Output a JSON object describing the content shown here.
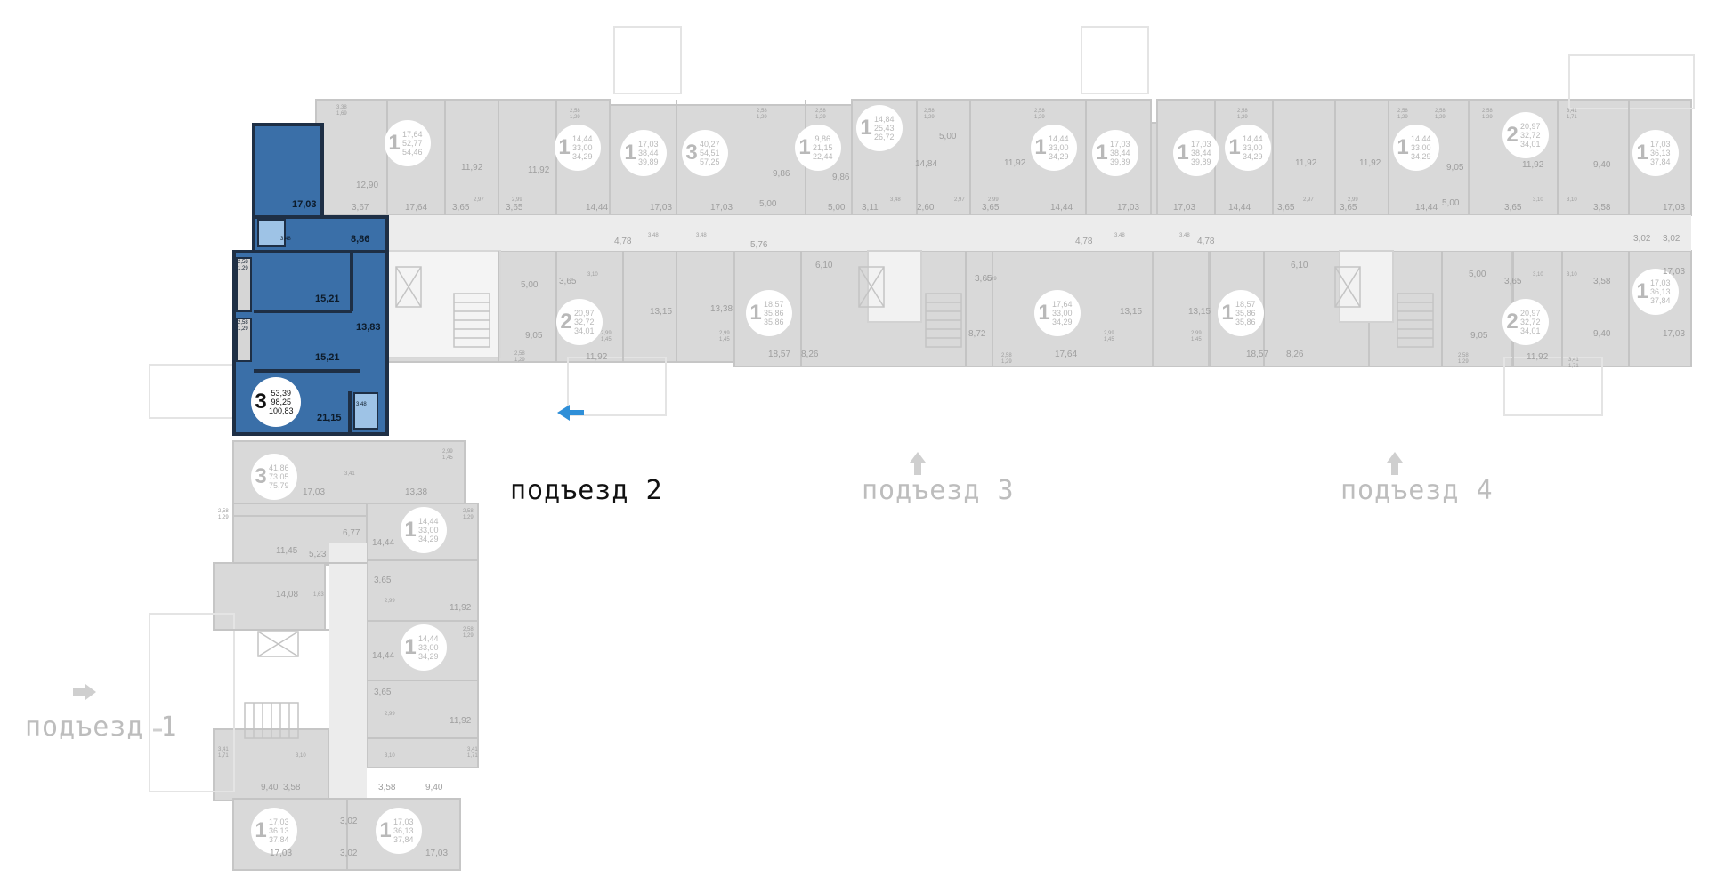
{
  "entrances": {
    "e1": "подъезд 1",
    "e2": "подъезд 2",
    "e3": "подъезд 3",
    "e4": "подъезд 4"
  },
  "colors": {
    "selected_fill": "#3a6fa8",
    "selected_wall": "#1e2f45",
    "plan_gray": "#d8d8d8",
    "wall_gray": "#c8c8c8",
    "arrow_blue": "#2f8fd8"
  },
  "selected_apartment": {
    "rooms": "3",
    "living": "53,39",
    "area": "98,25",
    "total": "100,83",
    "room_areas": [
      "17,03",
      "8,86",
      "15,21",
      "13,83",
      "15,21",
      "21,15"
    ],
    "bath": [
      "3,48",
      "3,48"
    ],
    "balconies": [
      "2,58\n1,29",
      "2,58\n1,29"
    ]
  },
  "badges": {
    "b1": {
      "rooms": "1",
      "a": "17,64",
      "b": "52,77",
      "c": "54,46"
    },
    "b2": {
      "rooms": "1",
      "a": "14,44",
      "b": "33,00",
      "c": "34,29"
    },
    "b3": {
      "rooms": "1",
      "a": "17,03",
      "b": "38,44",
      "c": "39,89"
    },
    "b4": {
      "rooms": "3",
      "a": "40,27",
      "b": "54,51",
      "c": "57,25"
    },
    "b5": {
      "rooms": "1",
      "a": "9,86",
      "b": "21,15",
      "c": "22,44"
    },
    "b6": {
      "rooms": "1",
      "a": "14,84",
      "b": "25,43",
      "c": "26,72"
    },
    "b7": {
      "rooms": "1",
      "a": "14,44",
      "b": "33,00",
      "c": "34,29"
    },
    "b8": {
      "rooms": "1",
      "a": "17,03",
      "b": "38,44",
      "c": "39,89"
    },
    "b9": {
      "rooms": "1",
      "a": "17,03",
      "b": "38,44",
      "c": "39,89"
    },
    "b10": {
      "rooms": "1",
      "a": "14,44",
      "b": "33,00",
      "c": "34,29"
    },
    "b11": {
      "rooms": "1",
      "a": "14,44",
      "b": "33,00",
      "c": "34,29"
    },
    "b12": {
      "rooms": "2",
      "a": "20,97",
      "b": "32,72",
      "c": "34,01"
    },
    "b13": {
      "rooms": "1",
      "a": "17,03",
      "b": "36,13",
      "c": "37,84"
    },
    "b14": {
      "rooms": "2",
      "a": "20,97",
      "b": "32,72",
      "c": "34,01"
    },
    "b15": {
      "rooms": "1",
      "a": "18,57",
      "b": "35,86",
      "c": "35,86"
    },
    "b16": {
      "rooms": "1",
      "a": "17,64",
      "b": "33,00",
      "c": "34,29"
    },
    "b17": {
      "rooms": "1",
      "a": "18,57",
      "b": "35,86",
      "c": "35,86"
    },
    "b18": {
      "rooms": "2",
      "a": "20,97",
      "b": "32,72",
      "c": "34,01"
    },
    "b19": {
      "rooms": "1",
      "a": "17,03",
      "b": "36,13",
      "c": "37,84"
    },
    "b20": {
      "rooms": "3",
      "a": "41,86",
      "b": "73,05",
      "c": "75,79"
    },
    "b21": {
      "rooms": "1",
      "a": "14,44",
      "b": "33,00",
      "c": "34,29"
    },
    "b22": {
      "rooms": "1",
      "a": "14,44",
      "b": "33,00",
      "c": "34,29"
    },
    "b23": {
      "rooms": "1",
      "a": "17,03",
      "b": "36,13",
      "c": "37,84"
    },
    "b24": {
      "rooms": "1",
      "a": "17,03",
      "b": "36,13",
      "c": "37,84"
    }
  },
  "room_labels": {
    "r1": "12,90",
    "r2": "17,64",
    "r3": "3,67",
    "r4": "3,65",
    "r5": "11,92",
    "r6": "11,92",
    "r7": "3,65",
    "r8": "14,44",
    "r9": "17,03",
    "r10": "17,03",
    "r11": "9,86",
    "r12": "9,86",
    "r13": "5,00",
    "r14": "5,00",
    "r15": "14,84",
    "r16": "3,11",
    "r17": "2,60",
    "r18": "5,00",
    "r19": "11,92",
    "r20": "3,65",
    "r21": "14,44",
    "r22": "17,03",
    "r23": "17,03",
    "r24": "14,44",
    "r25": "3,65",
    "r26": "11,92",
    "r27": "11,92",
    "r28": "3,65",
    "r29": "14,44",
    "r30": "9,05",
    "r31": "5,00",
    "r32": "3,65",
    "r33": "11,92",
    "r34": "9,40",
    "r35": "3,58",
    "r36": "17,03",
    "r37": "3,02",
    "r38": "3,02",
    "r39": "17,03",
    "r40": "4,78",
    "r41": "5,76",
    "r42": "4,78",
    "r43": "4,78",
    "r44": "5,00",
    "r45": "3,65",
    "r46": "9,05",
    "r47": "11,92",
    "r48": "13,15",
    "r49": "13,38",
    "r50": "18,57",
    "r51": "8,26",
    "r52": "6,10",
    "r53": "3,65",
    "r54": "8,72",
    "r55": "17,64",
    "r56": "13,15",
    "r57": "13,15",
    "r58": "18,57",
    "r59": "8,26",
    "r60": "6,10",
    "r61": "5,00",
    "r62": "3,65",
    "r63": "9,05",
    "r64": "11,92",
    "r65": "3,58",
    "r66": "9,40",
    "r67": "17,03",
    "r68": "17,03",
    "r69": "13,38",
    "r70": "11,45",
    "r71": "5,23",
    "r72": "6,77",
    "r73": "14,44",
    "r74": "14,08",
    "r75": "3,65",
    "r76": "11,92",
    "r77": "14,44",
    "r78": "3,65",
    "r79": "11,92",
    "r80": "9,40",
    "r81": "3,58",
    "r82": "3,58",
    "r83": "9,40",
    "r84": "3,02",
    "r85": "3,02",
    "r86": "17,03",
    "r87": "17,03",
    "r88": "1,63"
  },
  "small_labels": {
    "s1": "3,38\n1,69",
    "s2": "2,58\n1,29",
    "s3": "2,58\n1,29",
    "s4": "2,58\n1,29",
    "s5": "2,58\n1,29",
    "s6": "2,58\n1,29",
    "s7": "2,58\n1,29",
    "s8": "2,58\n1,29",
    "s9": "2,58\n1,29",
    "s10": "2,58\n1,29",
    "s11": "3,41\n1,71",
    "s12": "2,58\n1,29",
    "s13": "2,99\n1,45",
    "s14": "2,99\n1,45",
    "s15": "2,99\n1,45",
    "s16": "2,58\n1,29",
    "s17": "2,99\n1,45",
    "s18": "2,58\n1,29",
    "s19": "3,41\n1,71",
    "s20": "2,99\n1,45",
    "s21": "2,58\n1,29",
    "s22": "2,58\n1,29",
    "s23": "3,41\n1,71",
    "s24": "3,41\n1,71",
    "s25": "2,58\n1,29"
  },
  "bath_labels": {
    "t1": "2,97",
    "t2": "2,99",
    "t3": "3,48",
    "t4": "3,48",
    "t5": "3,48",
    "t6": "3,10",
    "t7": "2,97",
    "t8": "2,99",
    "t9": "3,48",
    "t10": "3,48",
    "t11": "2,99",
    "t12": "2,97",
    "t13": "2,99",
    "t14": "3,10",
    "t15": "3,10",
    "t16": "3,10",
    "t17": "3,10",
    "t18": "2,99",
    "t19": "2,99",
    "t20": "3,10",
    "t21": "3,10",
    "t22": "3,41"
  }
}
